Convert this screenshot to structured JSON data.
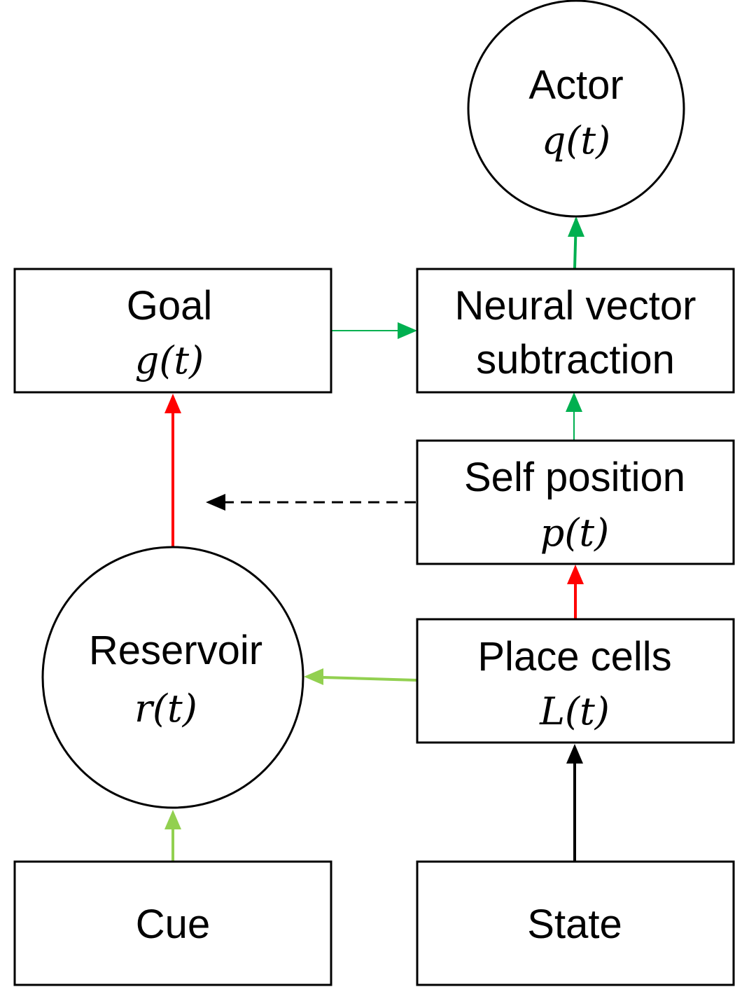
{
  "colors": {
    "red": "#ff0000",
    "dark_green": "#00b050",
    "light_green": "#92d050",
    "black": "#000000"
  },
  "nodes": {
    "actor": {
      "label": "Actor",
      "var": "q(t)"
    },
    "goal": {
      "label": "Goal",
      "var": "g(t)"
    },
    "nvs": {
      "label_line1": "Neural vector",
      "label_line2": "subtraction"
    },
    "self_position": {
      "label": "Self position",
      "var": "p(t)"
    },
    "reservoir": {
      "label": "Reservoir",
      "var": "r(t)"
    },
    "place_cells": {
      "label": "Place cells",
      "var": "L(t)"
    },
    "cue": {
      "label": "Cue"
    },
    "state": {
      "label": "State"
    }
  },
  "edges": [
    {
      "from": "nvs",
      "to": "actor",
      "color": "dark_green",
      "style": "solid"
    },
    {
      "from": "goal",
      "to": "nvs",
      "color": "dark_green",
      "style": "solid"
    },
    {
      "from": "self_position",
      "to": "nvs",
      "color": "dark_green",
      "style": "solid"
    },
    {
      "from": "self_position",
      "to": "reservoir-goal-link",
      "color": "black",
      "style": "dashed"
    },
    {
      "from": "reservoir",
      "to": "goal",
      "color": "red",
      "style": "solid"
    },
    {
      "from": "place_cells",
      "to": "self_position",
      "color": "red",
      "style": "solid"
    },
    {
      "from": "place_cells",
      "to": "reservoir",
      "color": "light_green",
      "style": "solid"
    },
    {
      "from": "cue",
      "to": "reservoir",
      "color": "light_green",
      "style": "solid"
    },
    {
      "from": "state",
      "to": "place_cells",
      "color": "black",
      "style": "solid"
    }
  ]
}
